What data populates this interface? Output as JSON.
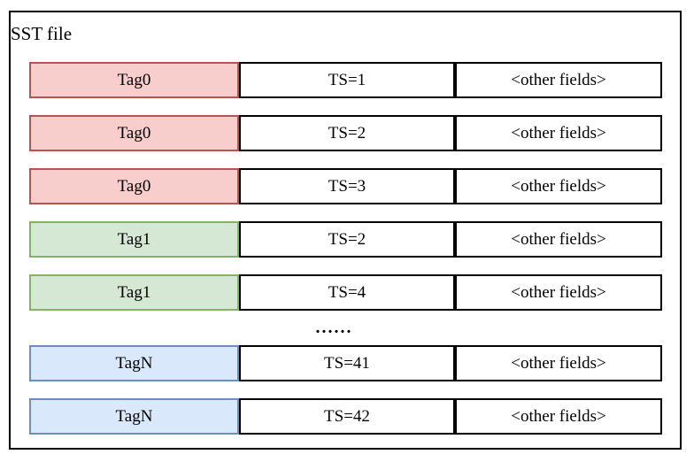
{
  "diagram": {
    "title": "SST file",
    "colors": {
      "frame_stroke": "#000000",
      "cell_stroke": "#000000",
      "red": {
        "fill": "#f8cecc",
        "stroke": "#b85450"
      },
      "green": {
        "fill": "#d5e8d4",
        "stroke": "#82b366"
      },
      "blue": {
        "fill": "#dae8fc",
        "stroke": "#6c8ebf"
      }
    },
    "rows": [
      {
        "tag": "Tag0",
        "ts": "TS=1",
        "other": "<other fields>",
        "color": "red"
      },
      {
        "tag": "Tag0",
        "ts": "TS=2",
        "other": "<other fields>",
        "color": "red"
      },
      {
        "tag": "Tag0",
        "ts": "TS=3",
        "other": "<other fields>",
        "color": "red"
      },
      {
        "tag": "Tag1",
        "ts": "TS=2",
        "other": "<other fields>",
        "color": "green"
      },
      {
        "tag": "Tag1",
        "ts": "TS=4",
        "other": "<other fields>",
        "color": "green"
      },
      {
        "type": "ellipsis",
        "label": "......"
      },
      {
        "tag": "TagN",
        "ts": "TS=41",
        "other": "<other fields>",
        "color": "blue"
      },
      {
        "tag": "TagN",
        "ts": "TS=42",
        "other": "<other fields>",
        "color": "blue"
      }
    ]
  }
}
